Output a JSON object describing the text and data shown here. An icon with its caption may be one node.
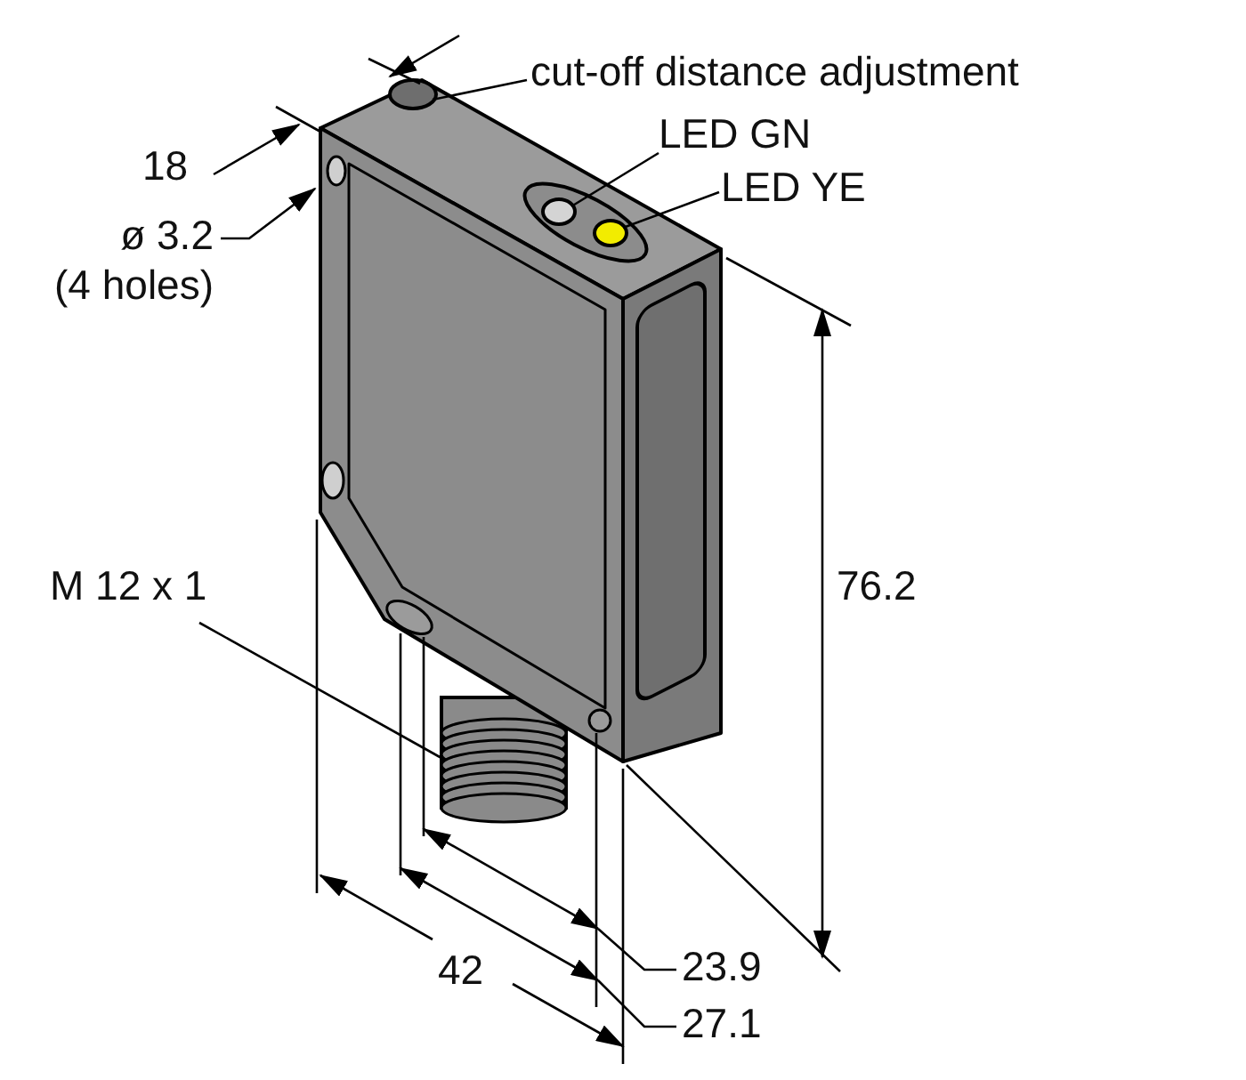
{
  "diagram": {
    "nodes": [
      {
        "text": [
          "cut-off distance adjustment"
        ]
      },
      {
        "text": [],
        "shape": "circle"
      },
      {
        "text": [
          "LED GN"
        ]
      },
      {
        "text": [],
        "shape": "circle"
      },
      {
        "text": [
          "LED YE"
        ]
      },
      {
        "text": [],
        "shape": "circle"
      },
      {
        "text": [
          "M 12 x 1"
        ]
      },
      {
        "text": [],
        "shape": "cylinder"
      }
    ],
    "edges": [
      {
        "from": 0,
        "to": 1,
        "arrow": "none"
      },
      {
        "from": 2,
        "to": 3,
        "arrow": "none"
      },
      {
        "from": 4,
        "to": 5,
        "arrow": "none"
      },
      {
        "from": 6,
        "to": 7,
        "arrow": "none"
      }
    ],
    "labels": [
      "18",
      "ø 3.2 (4 holes)",
      "76.2",
      "42",
      "23.9",
      "27.1"
    ]
  }
}
